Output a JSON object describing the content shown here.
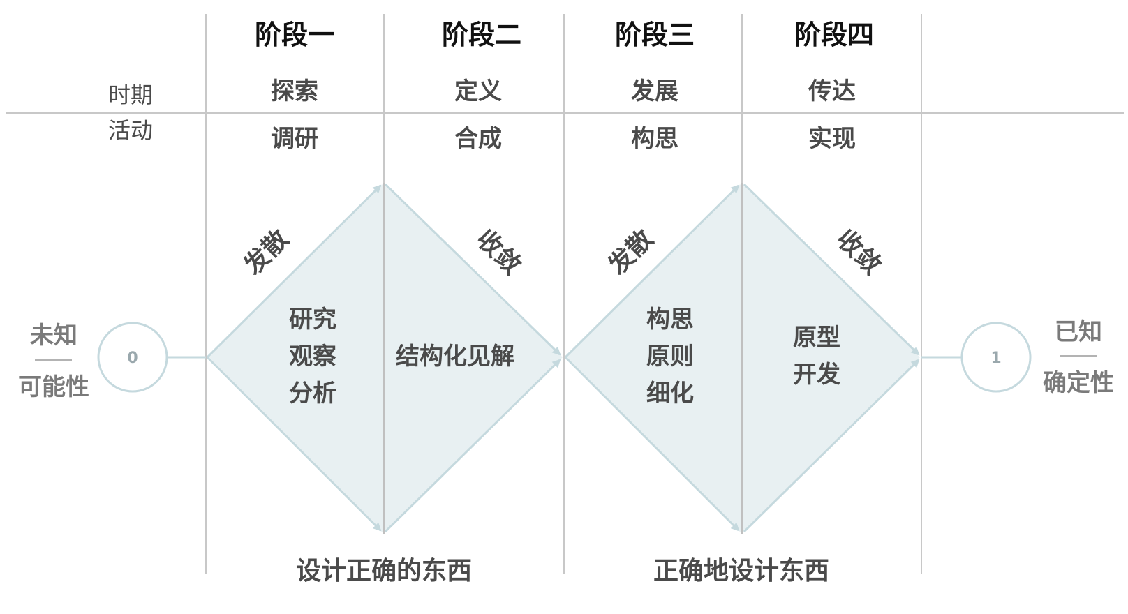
{
  "header": {
    "row_label_period": "时期",
    "row_label_activity": "活动"
  },
  "stages": [
    {
      "title": "阶段一",
      "period": "探索",
      "activity": "调研"
    },
    {
      "title": "阶段二",
      "period": "定义",
      "activity": "合成"
    },
    {
      "title": "阶段三",
      "period": "发展",
      "activity": "构思"
    },
    {
      "title": "阶段四",
      "period": "传达",
      "activity": "实现"
    }
  ],
  "start": {
    "top": "未知",
    "bottom": "可能性",
    "number": "0"
  },
  "end": {
    "top": "已知",
    "bottom": "确定性",
    "number": "1"
  },
  "diamond1": {
    "left_label": "发散",
    "right_label": "收敛",
    "left_lines": [
      "研究",
      "观察",
      "分析"
    ],
    "right_text": "结构化见解"
  },
  "diamond2": {
    "left_label": "发散",
    "right_label": "收敛",
    "left_lines": [
      "构思",
      "原则",
      "细化"
    ],
    "right_lines": [
      "原型",
      "开发"
    ]
  },
  "bottom": {
    "left": "设计正确的东西",
    "right": "正确地设计东西"
  },
  "colors": {
    "diamond_fill": "#e8f0f2",
    "diamond_stroke": "#c5d9de",
    "gridline": "#c8c8c8",
    "circle_stroke": "#c5d9de"
  }
}
